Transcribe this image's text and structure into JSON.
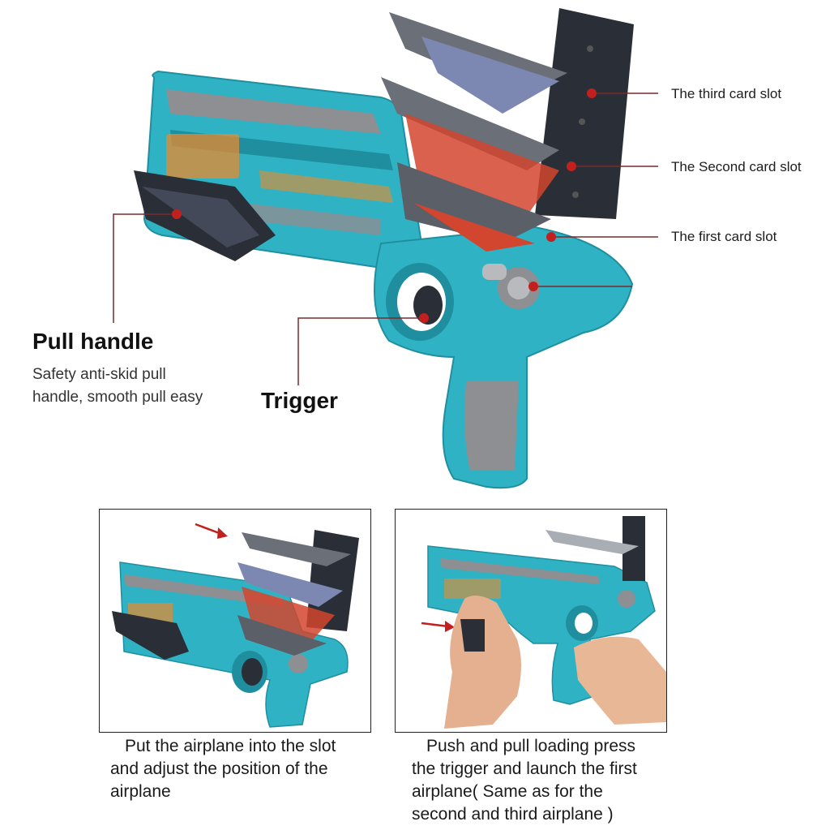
{
  "colors": {
    "gun_body": "#2fb3c4",
    "gun_dark": "#1f8f9f",
    "gun_grey": "#8d8f92",
    "slot_black": "#2a2e36",
    "plane_red": "#d2452e",
    "plane_grey": "#6b6f78",
    "accent_orange": "#ea8a2c",
    "callout_red": "#c1201f",
    "callout_line": "#7a2a2a"
  },
  "callouts": {
    "third_slot": "The third card slot",
    "second_slot": "The Second card slot",
    "first_slot": "The first card slot"
  },
  "pull_handle": {
    "title": "Pull handle",
    "desc_line1": "Safety anti-skid pull",
    "desc_line2": "handle, smooth pull easy"
  },
  "trigger": {
    "title": "Trigger"
  },
  "steps": [
    {
      "line1": "Put the airplane into the slot",
      "line2": "and adjust the position of the",
      "line3": "airplane"
    },
    {
      "line1": "Push and pull loading press",
      "line2": "the trigger and launch the first",
      "line3": "airplane( Same as for the",
      "line4": "second and third airplane )"
    }
  ],
  "icons": {
    "main_product": "airplane-launcher-gun-illustration",
    "step1": "loading-airplane-illustration",
    "step2": "hand-pulling-handle-illustration",
    "arrow": "red-arrow-icon"
  }
}
